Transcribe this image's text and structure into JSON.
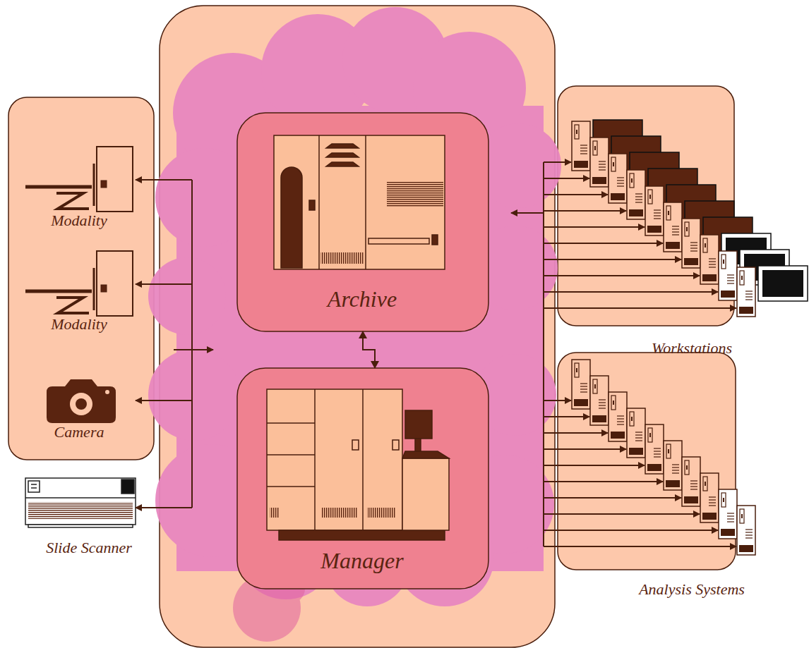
{
  "diagram": {
    "nodes": [
      {
        "text": [
          "Modality"
        ]
      },
      {
        "text": [
          "Modality"
        ]
      },
      {
        "text": [
          "Camera"
        ]
      },
      {
        "text": [
          "Slide Scanner"
        ]
      },
      {
        "text": [
          "Archive"
        ]
      },
      {
        "text": [
          "Manager"
        ]
      },
      {
        "text": [
          "Workstations"
        ]
      },
      {
        "text": [
          "Analysis Systems"
        ]
      }
    ],
    "edges": [
      {
        "from": 4,
        "to": 5,
        "arrow": "both"
      }
    ]
  }
}
